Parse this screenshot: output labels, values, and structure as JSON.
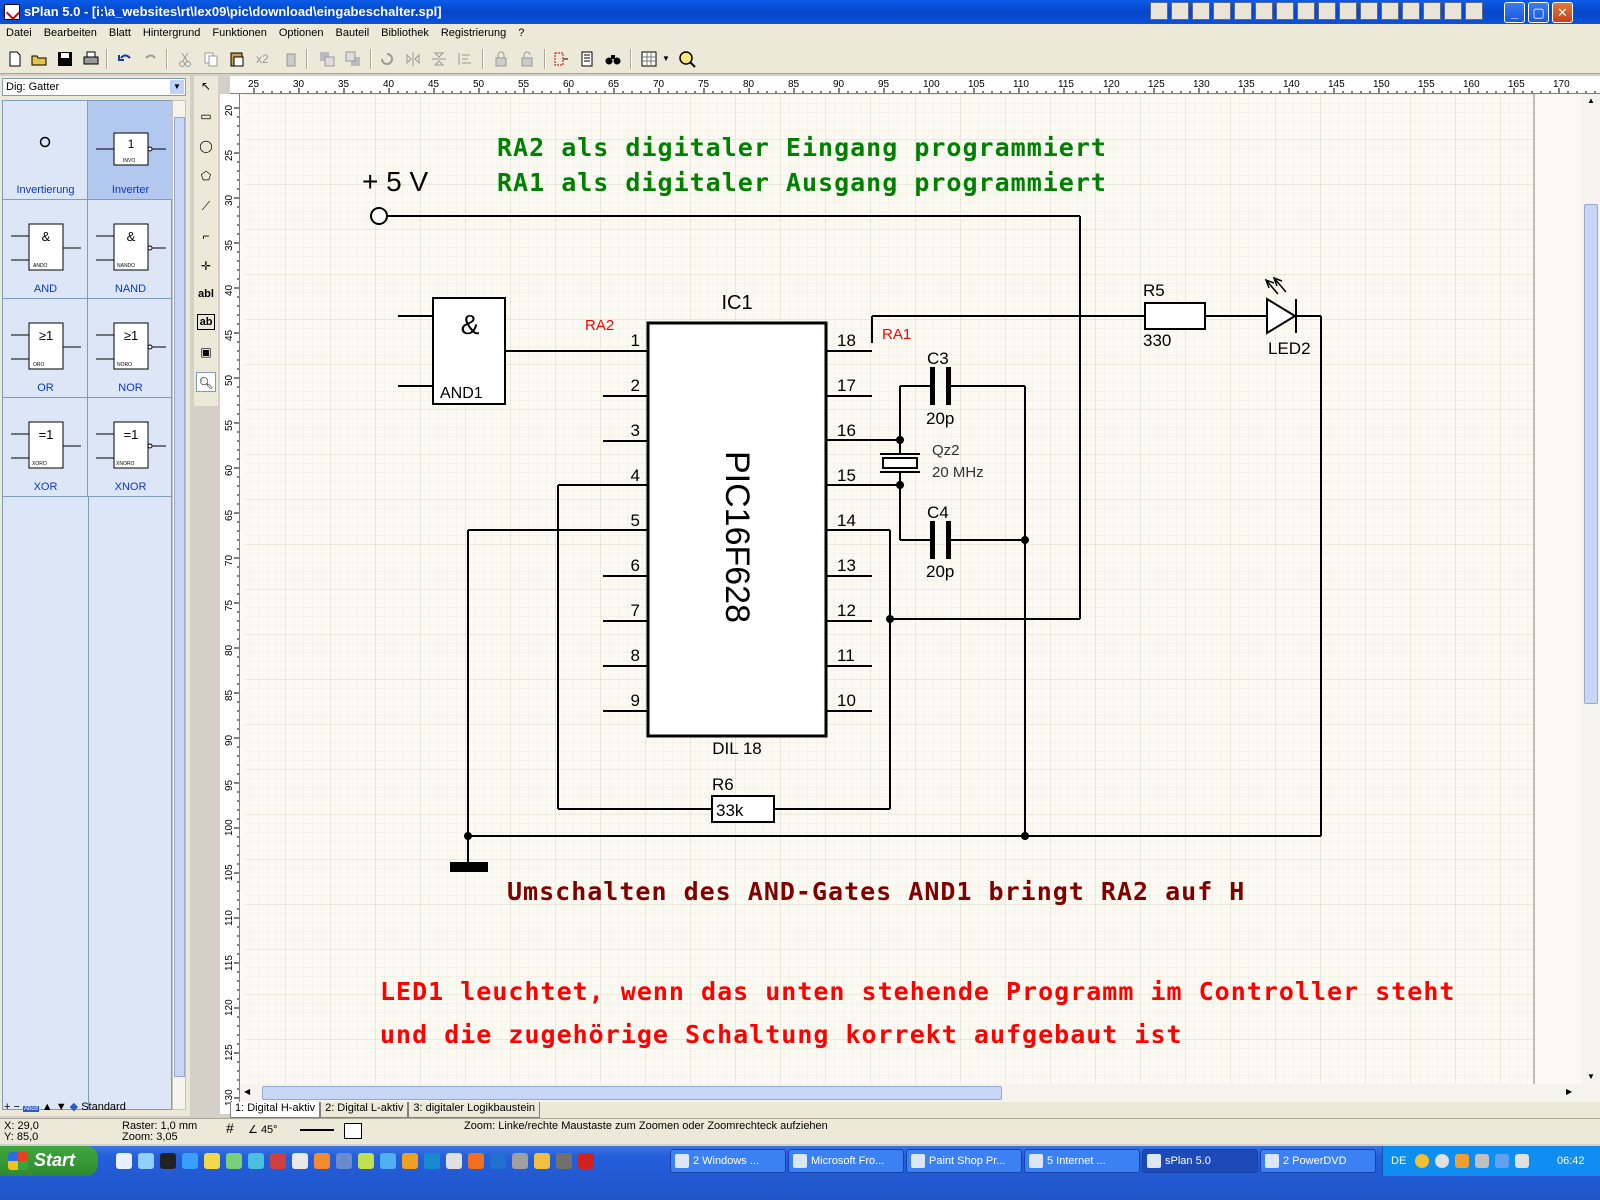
{
  "window": {
    "title": "sPlan 5.0 - [i:\\a_websites\\rt\\lex09\\pic\\download\\eingabeschalter.spl]"
  },
  "menu": [
    "Datei",
    "Bearbeiten",
    "Blatt",
    "Hintergrund",
    "Funktionen",
    "Optionen",
    "Bauteil",
    "Bibliothek",
    "Registrierung",
    "?"
  ],
  "library": {
    "selected": "Dig: Gatter",
    "items": [
      {
        "label": "Invertierung",
        "sym": "o"
      },
      {
        "label": "Inverter",
        "sym": "1",
        "sub": "INVO"
      },
      {
        "label": "AND",
        "sym": "&",
        "sub": "ANDO"
      },
      {
        "label": "NAND",
        "sym": "&",
        "sub": "NANDO"
      },
      {
        "label": "OR",
        "sym": "≥1",
        "sub": "ORO"
      },
      {
        "label": "NOR",
        "sym": "≥1",
        "sub": "NORO"
      },
      {
        "label": "XOR",
        "sym": "=1",
        "sub": "XORO"
      },
      {
        "label": "XNOR",
        "sym": "=1",
        "sub": "XNORO"
      }
    ],
    "bottom_label": "Standard"
  },
  "toolbar": {
    "multiply_label": "x2"
  },
  "vtools": {
    "text_label": "abl",
    "textbox_label": "ab"
  },
  "ruler": {
    "h": [
      "25",
      "30",
      "35",
      "40",
      "45",
      "50",
      "55",
      "60",
      "65",
      "70",
      "75",
      "80",
      "85",
      "90",
      "95",
      "100",
      "105",
      "110",
      "115",
      "120",
      "125",
      "130",
      "135",
      "140",
      "145",
      "150",
      "155",
      "160",
      "165",
      "170"
    ],
    "v": [
      "20",
      "25",
      "30",
      "35",
      "40",
      "45",
      "50",
      "55",
      "60",
      "65",
      "70",
      "75",
      "80",
      "85",
      "90",
      "95",
      "100",
      "105",
      "110",
      "115",
      "120",
      "125",
      "130"
    ]
  },
  "schematic": {
    "heading1": "RA2 als digitaler Eingang programmiert",
    "heading2": "RA1 als digitaler Ausgang programmiert",
    "supply": "+ 5 V",
    "gate_symbol": "&",
    "gate_name": "AND1",
    "ic_name": "IC1",
    "ic_part": "PIC16F628",
    "ic_package": "DIL 18",
    "ra2": "RA2",
    "ra1": "RA1",
    "pins_left": [
      "1",
      "2",
      "3",
      "4",
      "5",
      "6",
      "7",
      "8",
      "9"
    ],
    "pins_right": [
      "18",
      "17",
      "16",
      "15",
      "14",
      "13",
      "12",
      "11",
      "10"
    ],
    "r5_name": "R5",
    "r5_value": "330",
    "led_name": "LED2",
    "c3_name": "C3",
    "c3_value": "20p",
    "c4_name": "C4",
    "c4_value": "20p",
    "qz_name": "Qz2",
    "qz_value": "20 MHz",
    "r6_name": "R6",
    "r6_value": "33k",
    "note1": "Umschalten des AND-Gates AND1 bringt RA2 auf H",
    "note2": "LED1 leuchtet, wenn das unten stehende Programm im Controller steht",
    "note3": "und die zugehörige Schaltung korrekt aufgebaut ist",
    "colors": {
      "green": "#008000",
      "darkred": "#800000",
      "red": "#ff0000",
      "pinlabel": "#ff0000"
    }
  },
  "sheets": [
    "1: Digital H-aktiv",
    "2: Digital L-aktiv",
    "3: digitaler Logikbaustein"
  ],
  "status": {
    "x": "X: 29,0",
    "y": "Y: 85,0",
    "raster": "Raster: 1,0 mm",
    "zoom": "Zoom:   3,05",
    "angle": "45°",
    "hint": "Zoom: Linke/rechte Maustaste zum Zoomen oder Zoomrechteck aufziehen"
  },
  "taskbar": {
    "start": "Start",
    "tasks": [
      "2 Windows ...",
      "Microsoft Fro...",
      "Paint Shop Pr...",
      "5 Internet ...",
      "sPlan 5.0",
      "2 PowerDVD"
    ],
    "lang": "DE",
    "clock": "06:42"
  }
}
